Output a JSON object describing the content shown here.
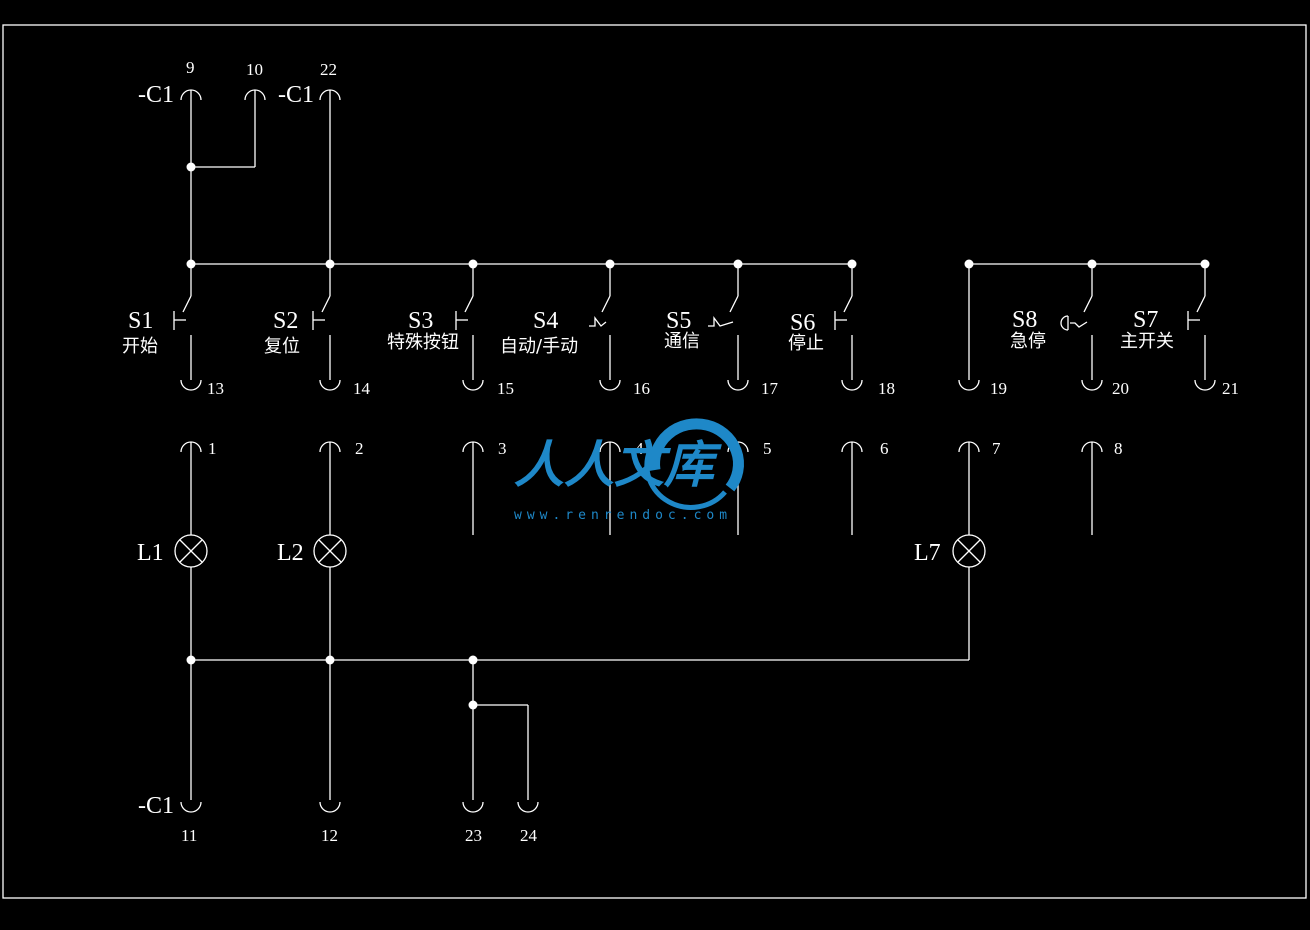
{
  "colors": {
    "background": "#000000",
    "line": "#ffffff",
    "watermark": "#1e88c8"
  },
  "connectors": {
    "c1_top_left": "-C1",
    "c1_top_right": "-C1",
    "c1_bottom": "-C1",
    "t9": "9",
    "t10": "10",
    "t22": "22",
    "t11": "11",
    "t12": "12",
    "t23": "23",
    "t24": "24"
  },
  "switches": [
    {
      "id": "S1",
      "text": "开始",
      "terminal": "13",
      "lower_terminal": "1",
      "contact": "pushbutton"
    },
    {
      "id": "S2",
      "text": "复位",
      "terminal": "14",
      "lower_terminal": "2",
      "contact": "pushbutton"
    },
    {
      "id": "S3",
      "text": "特殊按钮",
      "terminal": "15",
      "lower_terminal": "3",
      "contact": "pushbutton"
    },
    {
      "id": "S4",
      "text": "自动/手动",
      "terminal": "16",
      "lower_terminal": "4",
      "contact": "selector"
    },
    {
      "id": "S5",
      "text": "通信",
      "terminal": "17",
      "lower_terminal": "5",
      "contact": "selector"
    },
    {
      "id": "S6",
      "text": "停止",
      "terminal": "18",
      "lower_terminal": "6",
      "contact": "pushbutton"
    },
    {
      "id": "S8",
      "text": "急停",
      "terminal": "20",
      "lower_terminal": "8",
      "contact": "emergency"
    },
    {
      "id": "S7",
      "text": "主开关",
      "terminal": "21",
      "lower_terminal": "",
      "contact": "pushbutton"
    }
  ],
  "extra_terminal": {
    "upper": "19",
    "lower": "7"
  },
  "lamps": {
    "L1": "L1",
    "L2": "L2",
    "L7": "L7"
  },
  "watermark": {
    "text": "人人文库",
    "url": "www.renrendoc.com",
    "icon": "renrendoc-logo-icon"
  }
}
